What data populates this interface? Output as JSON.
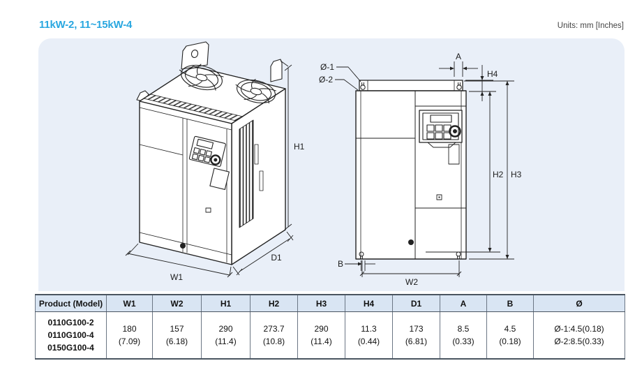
{
  "page": {
    "title": "11kW-2, 11~15kW-4",
    "units_note": "Units: mm [Inches]"
  },
  "diagram": {
    "labels": {
      "h1": "H1",
      "w1": "W1",
      "d1": "D1",
      "phi1": "Ø-1",
      "phi2": "Ø-2",
      "a": "A",
      "h4": "H4",
      "h2": "H2",
      "h3": "H3",
      "b": "B",
      "w2": "W2"
    }
  },
  "table": {
    "headers": [
      "Product (Model)",
      "W1",
      "W2",
      "H1",
      "H2",
      "H3",
      "H4",
      "D1",
      "A",
      "B",
      "Ø"
    ],
    "row": {
      "models": [
        "0110G100-2",
        "0110G100-4",
        "0150G100-4"
      ],
      "dims": [
        {
          "mm": "180",
          "inch": "(7.09)"
        },
        {
          "mm": "157",
          "inch": "(6.18)"
        },
        {
          "mm": "290",
          "inch": "(11.4)"
        },
        {
          "mm": "273.7",
          "inch": "(10.8)"
        },
        {
          "mm": "290",
          "inch": "(11.4)"
        },
        {
          "mm": "11.3",
          "inch": "(0.44)"
        },
        {
          "mm": "173",
          "inch": "(6.81)"
        },
        {
          "mm": "8.5",
          "inch": "(0.33)"
        },
        {
          "mm": "4.5",
          "inch": "(0.18)"
        }
      ],
      "phi": [
        "Ø-1:4.5(0.18)",
        "Ø-2:8.5(0.33)"
      ]
    }
  },
  "colors": {
    "accent": "#29a7e0",
    "panel_bg": "#e9eff8",
    "table_header_bg": "#d9e5f3",
    "table_row_header_bg": "#e8effa",
    "line": "#222222"
  }
}
